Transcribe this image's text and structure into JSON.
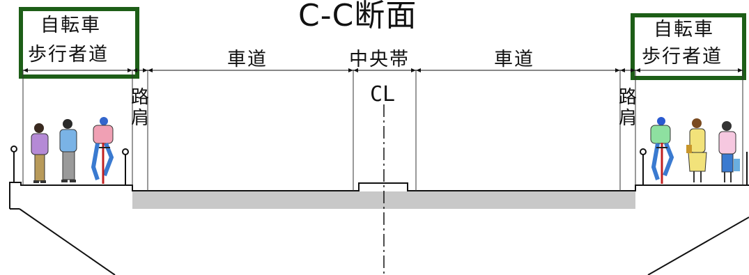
{
  "title": "C-C断面",
  "zones": {
    "bike_ped_left_line1": "自転車",
    "bike_ped_left_line2": "歩行者道",
    "roadway_left": "車道",
    "median": "中央帯",
    "roadway_right": "車道",
    "bike_ped_right_line1": "自転車",
    "bike_ped_right_line2": "歩行者道",
    "shoulder_left_1": "路",
    "shoulder_left_2": "肩",
    "shoulder_right_1": "路",
    "shoulder_right_2": "肩"
  },
  "centerline_label": "CL",
  "colors": {
    "highlight_box": "#1d5e17",
    "pavement": "#c8c8c8",
    "line": "#111111"
  },
  "figures": {
    "left": [
      "person-purple-icon",
      "person-blue-icon",
      "cyclist-pink-icon"
    ],
    "right": [
      "cyclist-green-icon",
      "person-yellow-icon",
      "person-pink-icon"
    ]
  }
}
